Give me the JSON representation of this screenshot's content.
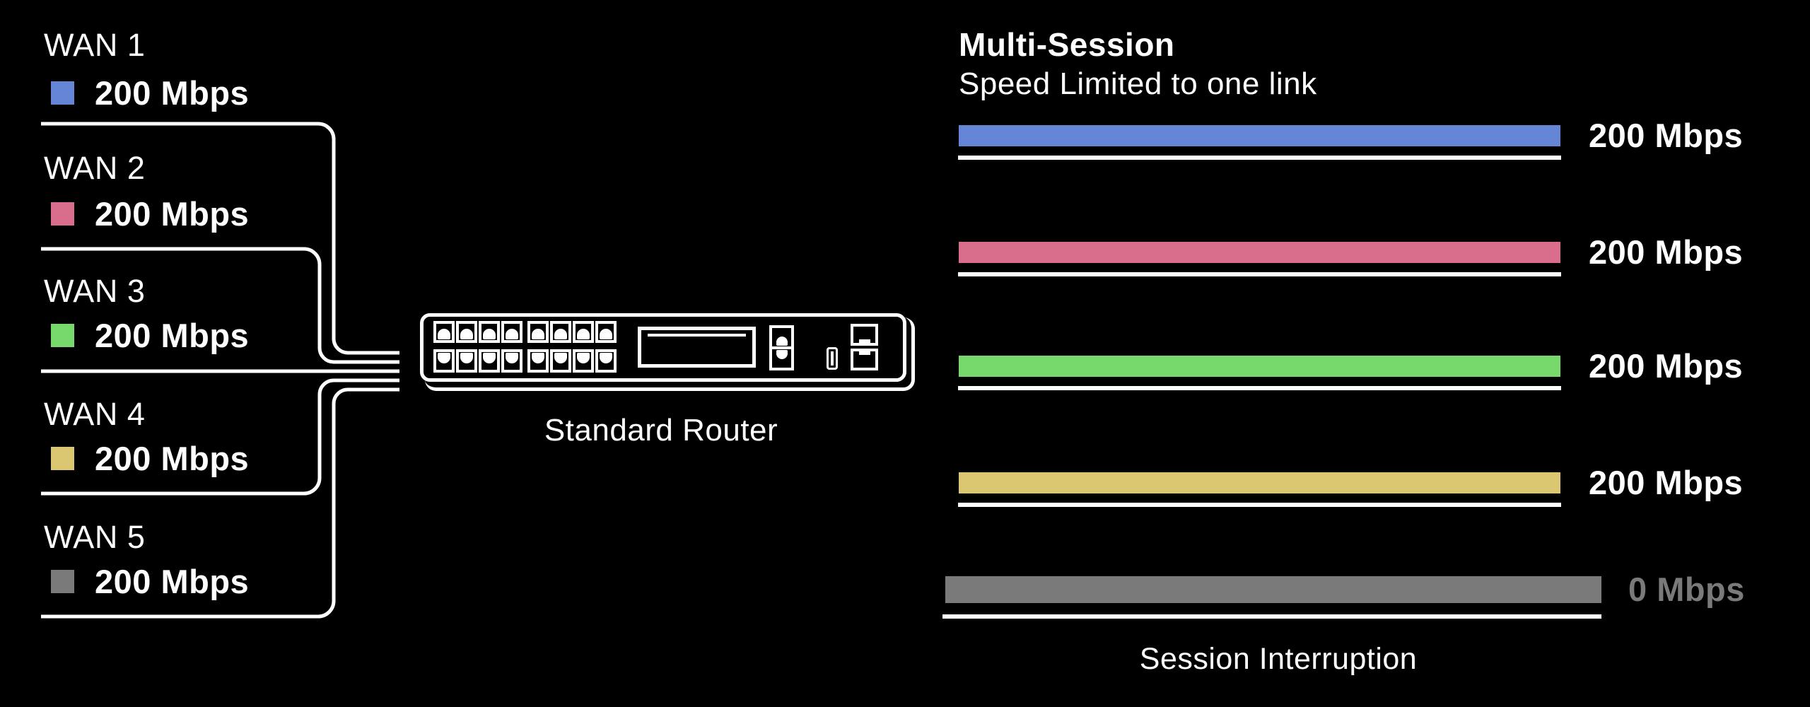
{
  "wan_inputs": [
    {
      "label": "WAN 1",
      "speed": "200 Mbps",
      "color": "#6585D6"
    },
    {
      "label": "WAN 2",
      "speed": "200 Mbps",
      "color": "#D96E8C"
    },
    {
      "label": "WAN 3",
      "speed": "200 Mbps",
      "color": "#77D96B"
    },
    {
      "label": "WAN 4",
      "speed": "200 Mbps",
      "color": "#DBC672"
    },
    {
      "label": "WAN 5",
      "speed": "200 Mbps",
      "color": "#7A7A7A"
    }
  ],
  "router": {
    "label": "Standard Router",
    "lan_ports": 16,
    "module_ports": 2,
    "usb_slots": 1,
    "sfp_ports": 2
  },
  "output": {
    "title": "Multi-Session",
    "subtitle": "Speed Limited to one link",
    "bars": [
      {
        "value": "200 Mbps",
        "color": "#6585D6",
        "label_color": "#FFFFFF"
      },
      {
        "value": "200 Mbps",
        "color": "#D96E8C",
        "label_color": "#FFFFFF"
      },
      {
        "value": "200 Mbps",
        "color": "#77D96B",
        "label_color": "#FFFFFF"
      },
      {
        "value": "200 Mbps",
        "color": "#DBC672",
        "label_color": "#FFFFFF"
      },
      {
        "value": "0 Mbps",
        "color": "#7A7A7A",
        "label_color": "#7A7A7A"
      }
    ],
    "footer": "Session Interruption"
  },
  "theme": {
    "background": "#000000",
    "line_color": "#FFFFFF",
    "text_color": "#FFFFFF"
  }
}
